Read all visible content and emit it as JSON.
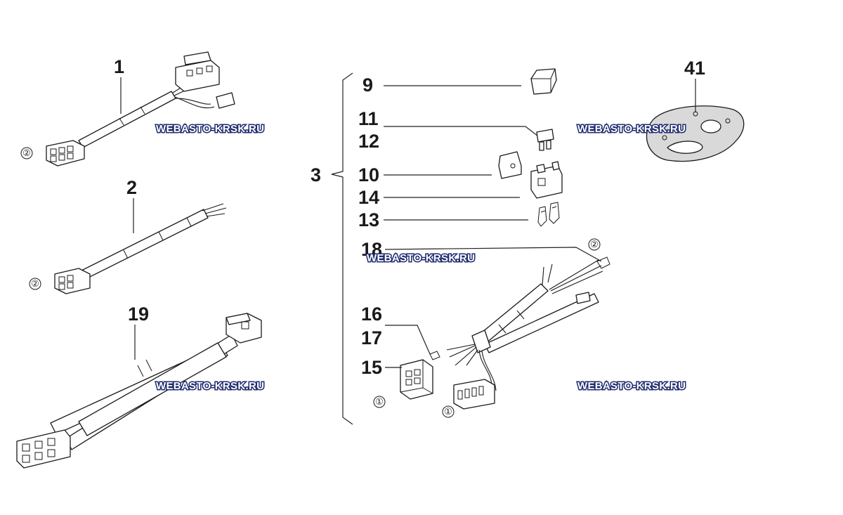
{
  "labels": {
    "l1": "1",
    "l2": "2",
    "l19": "19",
    "l3": "3",
    "l9": "9",
    "l11": "11",
    "l12": "12",
    "l10": "10",
    "l14": "14",
    "l13": "13",
    "l18": "18",
    "l16": "16",
    "l17": "17",
    "l15": "15",
    "l41": "41"
  },
  "circled": {
    "c2a": "②",
    "c2b": "②",
    "c2c": "②",
    "c1a": "①",
    "c1b": "①"
  },
  "watermark": "WEBASTO-KRSK.RU"
}
